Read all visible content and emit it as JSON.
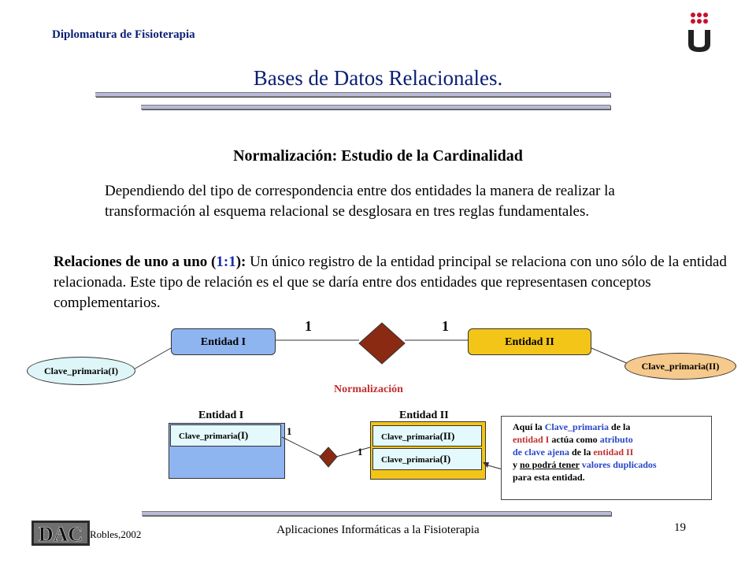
{
  "header": {
    "course": "Diplomatura de Fisioterapia",
    "title": "Bases de Datos Relacionales."
  },
  "section": {
    "subtitle": "Normalización: Estudio de la Cardinalidad",
    "intro": "Dependiendo del tipo de correspondencia entre dos entidades la manera de realizar la transformación al esquema relacional se desglosara en tres reglas fundamentales.",
    "rule_label_start": "Relaciones de uno a uno (",
    "rule_label_ratio": "1:1",
    "rule_label_end": "):",
    "rule_text": " Un único registro de la entidad principal se relaciona con uno sólo de la entidad relacionada. Este tipo de relación es el que se daría entre dos entidades que representasen conceptos complementarios."
  },
  "diagram_top": {
    "entity1": "Entidad I",
    "entity2": "Entidad II",
    "card1": "1",
    "card2": "1",
    "attr1": "Clave_primaria(I)",
    "attr2": "Clave_primaria(II)"
  },
  "normalization_label": "Normalización",
  "diagram_bottom": {
    "table1_name": "Entidad I",
    "table1_field_prefix": "Clave_primaria",
    "table1_field_suffix": "(I)",
    "table2_name": "Entidad II",
    "table2_field1_prefix": "Clave_primaria",
    "table2_field1_suffix": "(II)",
    "table2_field2_prefix": "Clave_primaria",
    "table2_field2_suffix": "(I)",
    "card1": "1",
    "card2": "1"
  },
  "note": {
    "l1a": "Aquí la ",
    "l1b": "Clave_primaria",
    "l1c": " de la",
    "l2a": "entidad I",
    "l2b": " actúa como ",
    "l2c": "atributo",
    "l3a": "de clave ajena",
    "l3b": " de la ",
    "l3c": "entidad II",
    "l4a": "y ",
    "l4b": "no podrá tener",
    "l4c": " ",
    "l4d": "valores duplicados",
    "l5": "para esta entidad."
  },
  "footer": {
    "logo_text": "DAC",
    "author": "Robles,2002",
    "course_title": "Aplicaciones Informáticas a la Fisioterapia",
    "page": "19"
  },
  "colors": {
    "title_blue": "#0a1f73",
    "entity1_fill": "#8fb5f0",
    "entity2_fill": "#f3c518",
    "attr1_fill": "#dff6f8",
    "attr2_fill": "#f6c98c",
    "diamond": "#8b2a12",
    "normalization_red": "#c03030"
  }
}
